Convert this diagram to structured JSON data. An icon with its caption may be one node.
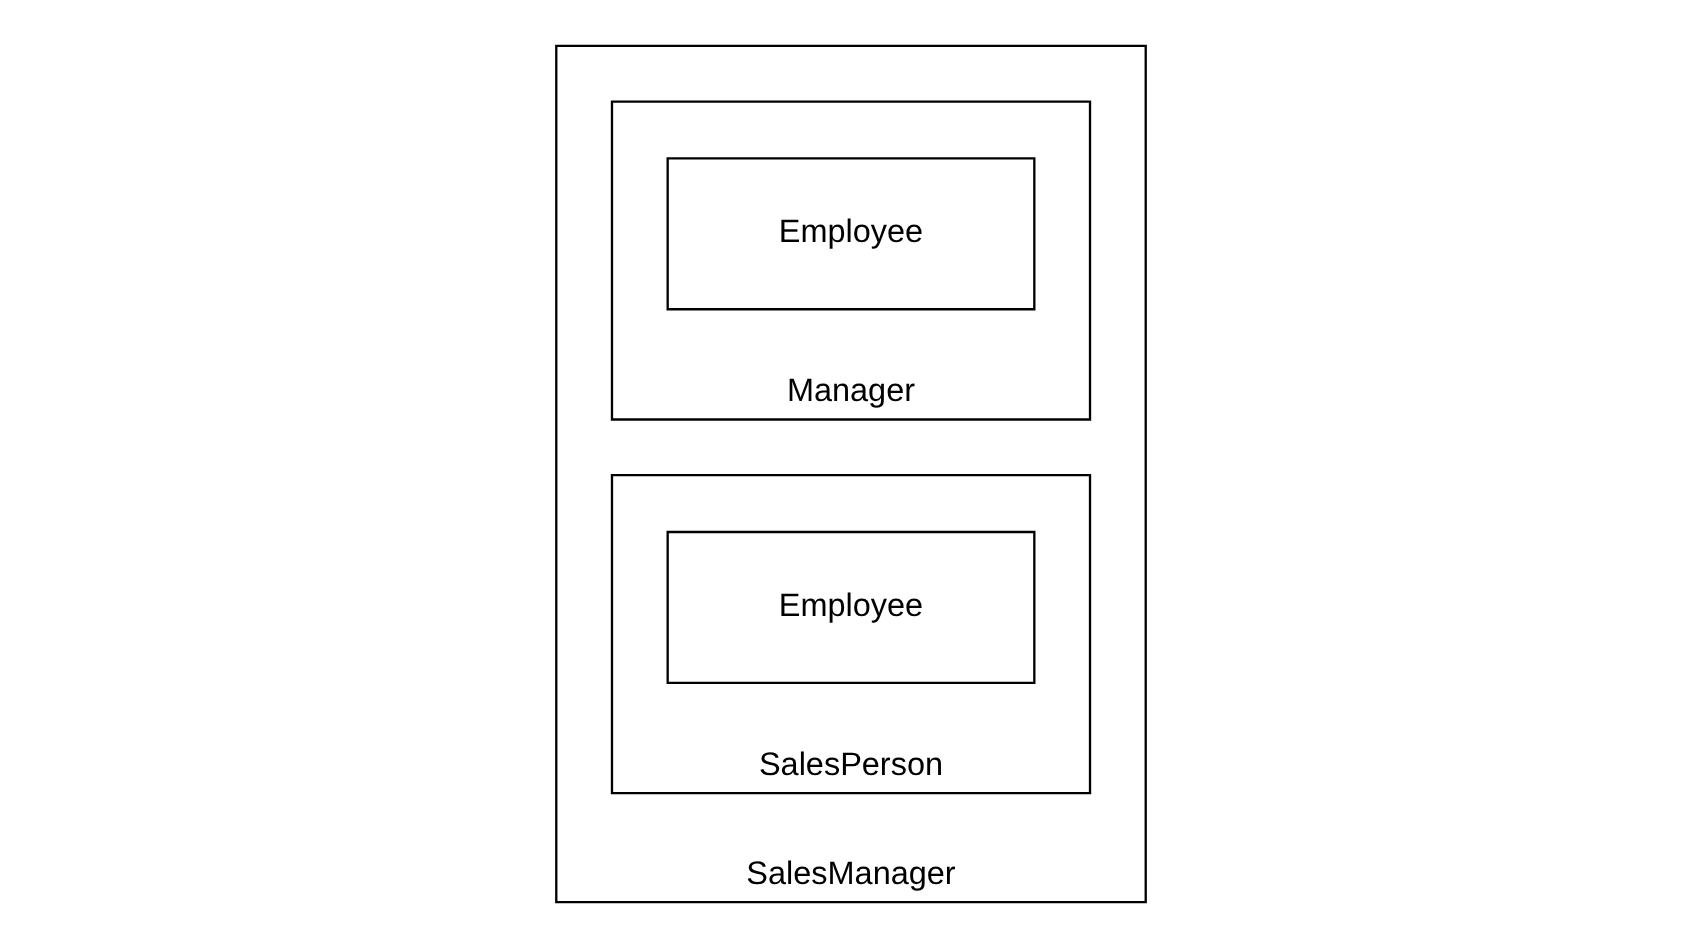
{
  "diagram": {
    "nodes": [
      {
        "text": [
          "SalesManager"
        ]
      },
      {
        "text": [
          "Manager"
        ],
        "in": 0
      },
      {
        "text": [
          "Employee"
        ],
        "in": 1
      },
      {
        "text": [
          "SalesPerson"
        ],
        "in": 0
      },
      {
        "text": [
          "Employee"
        ],
        "in": 3
      }
    ]
  }
}
